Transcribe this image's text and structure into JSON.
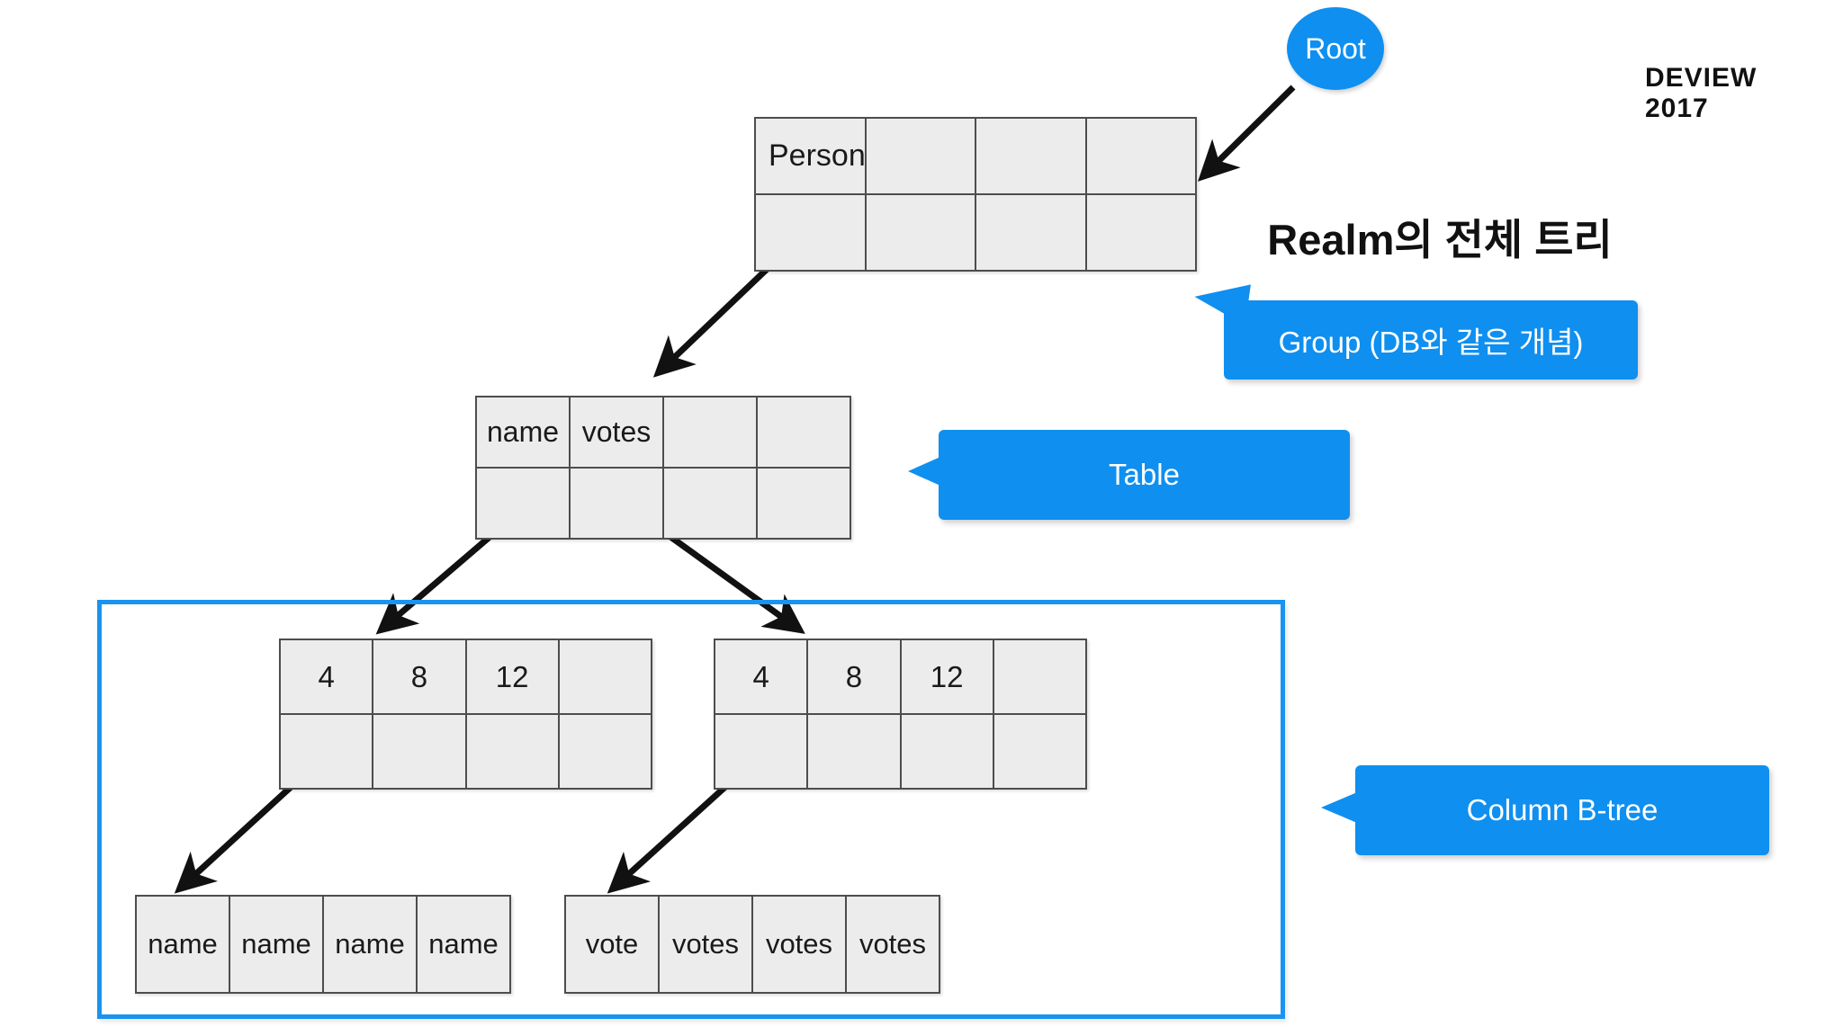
{
  "branding": {
    "logo_line1": "DEVIEW",
    "logo_line2": "2017",
    "slide_title": "Realm의 전체 트리",
    "accent_color": "#0f8ff0",
    "frame_color": "#1a93f0"
  },
  "root": {
    "label": "Root"
  },
  "nodes": {
    "group": {
      "name": "group-node",
      "rows": [
        [
          "Person",
          "",
          "",
          ""
        ],
        [
          "",
          "",
          "",
          ""
        ]
      ]
    },
    "table": {
      "name": "table-node",
      "rows": [
        [
          "name",
          "votes",
          "",
          ""
        ],
        [
          "",
          "",
          "",
          ""
        ]
      ]
    },
    "btree_left": {
      "name": "btree-left-node",
      "rows": [
        [
          "4",
          "8",
          "12",
          ""
        ],
        [
          "",
          "",
          "",
          ""
        ]
      ]
    },
    "btree_right": {
      "name": "btree-right-node",
      "rows": [
        [
          "4",
          "8",
          "12",
          ""
        ],
        [
          "",
          "",
          "",
          ""
        ]
      ]
    },
    "leaf_left": {
      "name": "leaf-left-node",
      "rows": [
        [
          "name",
          "name",
          "name",
          "name"
        ]
      ]
    },
    "leaf_right": {
      "name": "leaf-right-node",
      "rows": [
        [
          "vote",
          "votes",
          "votes",
          "votes"
        ]
      ]
    }
  },
  "callouts": {
    "group": "Group (DB와 같은 개념)",
    "table": "Table",
    "btree": "Column B-tree"
  },
  "icons": {
    "root_node": "circle-node-icon",
    "pointer_dot": "pointer-dot-icon",
    "arrow": "arrow-icon"
  }
}
